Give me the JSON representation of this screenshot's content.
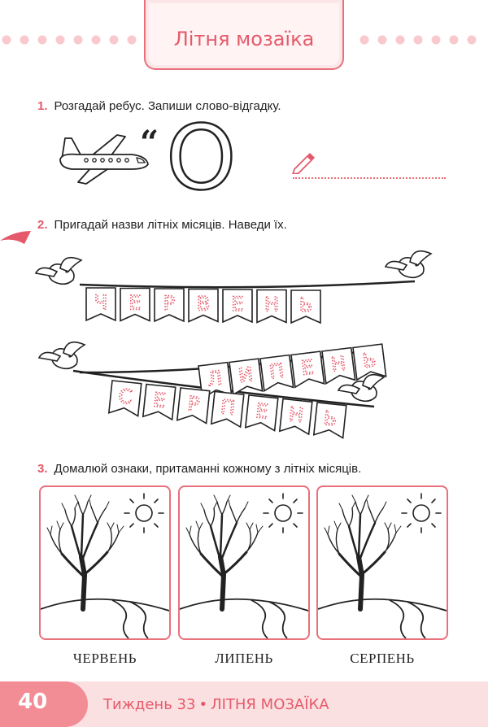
{
  "header": {
    "title": "Літня мозаїка"
  },
  "tasks": [
    {
      "number": "1.",
      "text": "Розгадай ребус. Запиши слово-відгадку."
    },
    {
      "number": "2.",
      "text": "Пригадай назви літніх місяців. Наведи їх."
    },
    {
      "number": "3.",
      "text": "Домалюй ознаки, притаманні кожному з літніх місяців."
    }
  ],
  "rebus": {
    "quote": "“",
    "letter": "О"
  },
  "garlands": [
    {
      "letters": [
        "Ч",
        "Е",
        "Р",
        "В",
        "Е",
        "Н",
        "Ь"
      ]
    },
    {
      "letters": [
        "Л",
        "И",
        "П",
        "Е",
        "Н",
        "Ь"
      ]
    },
    {
      "letters": [
        "С",
        "Е",
        "Р",
        "П",
        "Е",
        "Н",
        "Ь"
      ]
    }
  ],
  "months": [
    "ЧЕРВЕНЬ",
    "ЛИПЕНЬ",
    "СЕРПЕНЬ"
  ],
  "footer": {
    "page_number": "40",
    "week": "Тиждень 33",
    "separator": "•",
    "section": "ЛІТНЯ МОЗАЇКА"
  },
  "colors": {
    "accent": "#e55a6a",
    "border": "#e9707b",
    "light": "#fbe0e1"
  }
}
